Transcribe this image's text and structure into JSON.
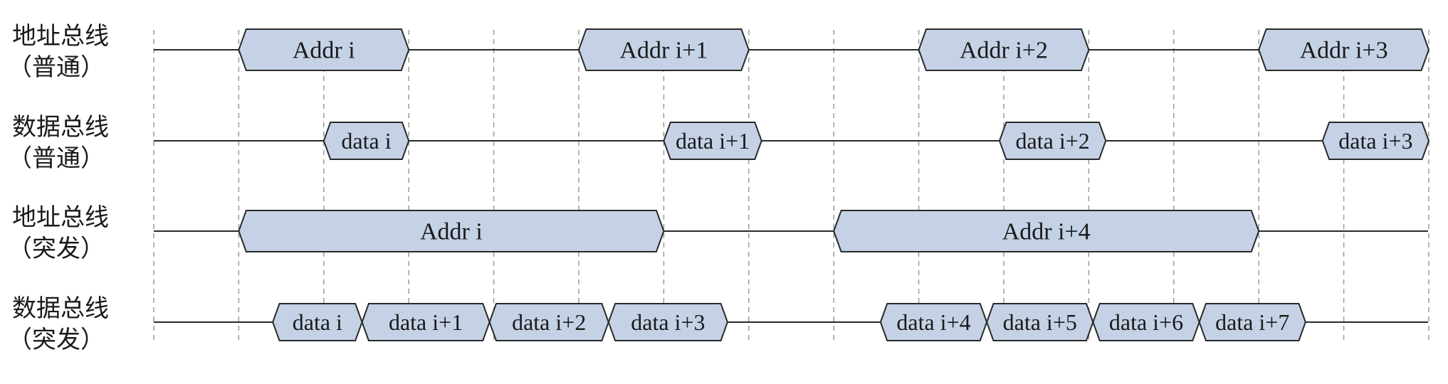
{
  "rows": [
    {
      "id": "addr-normal",
      "label_line1": "地址总线",
      "label_line2": "（普通）",
      "segments": [
        {
          "start": 1,
          "end": 3,
          "label": "Addr i"
        },
        {
          "start": 5,
          "end": 7,
          "label": "Addr i+1"
        },
        {
          "start": 9,
          "end": 11,
          "label": "Addr i+2"
        },
        {
          "start": 13,
          "end": 15,
          "label": "Addr i+3"
        }
      ]
    },
    {
      "id": "data-normal",
      "label_line1": "数据总线",
      "label_line2": "（普通）",
      "segments": [
        {
          "start": 2,
          "end": 3,
          "label": "data i"
        },
        {
          "start": 6,
          "end": 7.15,
          "label": "data i+1"
        },
        {
          "start": 9.95,
          "end": 11.2,
          "label": "data i+2"
        },
        {
          "start": 13.75,
          "end": 15,
          "label": "data i+3"
        }
      ]
    },
    {
      "id": "addr-burst",
      "label_line1": "地址总线",
      "label_line2": "（突发）",
      "segments": [
        {
          "start": 1,
          "end": 6,
          "label": "Addr i"
        },
        {
          "start": 8,
          "end": 13,
          "label": "Addr i+4"
        }
      ]
    },
    {
      "id": "data-burst",
      "label_line1": "数据总线",
      "label_line2": "（突发）",
      "segments": [
        {
          "start": 1.4,
          "end": 2.45,
          "label": "data i"
        },
        {
          "start": 2.45,
          "end": 3.95,
          "label": "data i+1"
        },
        {
          "start": 3.95,
          "end": 5.35,
          "label": "data i+2"
        },
        {
          "start": 5.35,
          "end": 6.75,
          "label": "data i+3"
        },
        {
          "start": 8.55,
          "end": 9.8,
          "label": "data i+4"
        },
        {
          "start": 9.8,
          "end": 11.05,
          "label": "data i+5"
        },
        {
          "start": 11.05,
          "end": 12.3,
          "label": "data i+6"
        },
        {
          "start": 12.3,
          "end": 13.55,
          "label": "data i+7"
        }
      ]
    }
  ]
}
